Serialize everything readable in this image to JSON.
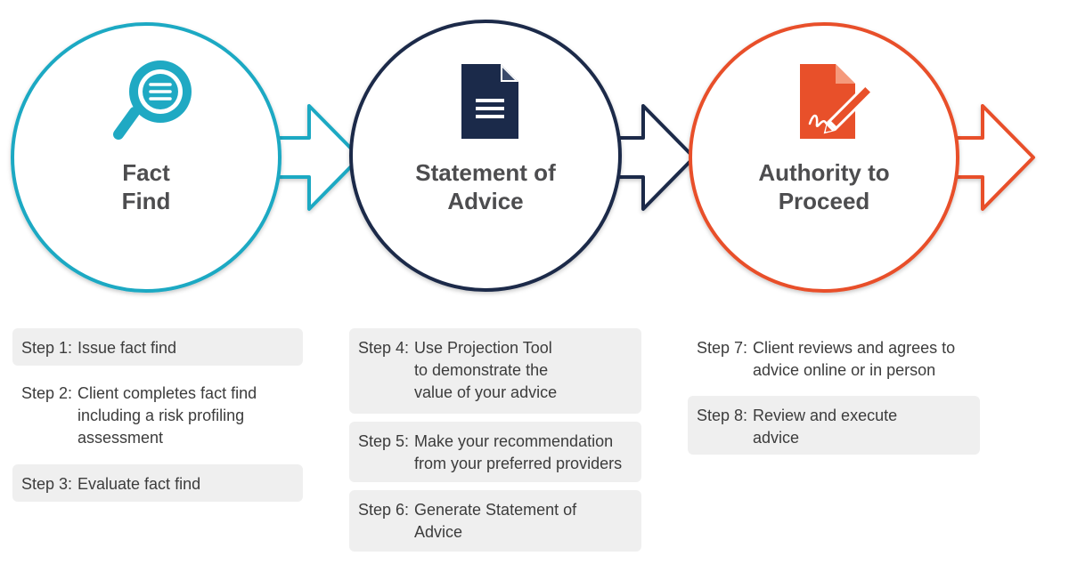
{
  "colors": {
    "teal": "#1fa9c3",
    "navy": "#1b2a4a",
    "orange": "#e8502a",
    "title_text": "#4d4d4f",
    "step_bg": "#efefef"
  },
  "stages": [
    {
      "title": "Fact\nFind",
      "icon": "magnifier-list-icon",
      "color": "#1fa9c3"
    },
    {
      "title": "Statement of\nAdvice",
      "icon": "document-icon",
      "color": "#1b2a4a"
    },
    {
      "title": "Authority to\nProceed",
      "icon": "signed-document-pencil-icon",
      "color": "#e8502a"
    }
  ],
  "steps": [
    {
      "label": "Step 1:",
      "text": "Issue fact find"
    },
    {
      "label": "Step 2:",
      "text": "Client completes fact find\nincluding a risk profiling\nassessment"
    },
    {
      "label": "Step 3:",
      "text": "Evaluate fact find"
    },
    {
      "label": "Step 4:",
      "text": "Use Projection Tool\nto demonstrate the\nvalue of your advice"
    },
    {
      "label": "Step 5:",
      "text": "Make your recommendation\nfrom your preferred providers"
    },
    {
      "label": "Step 6:",
      "text": "Generate Statement of\nAdvice"
    },
    {
      "label": "Step 7:",
      "text": "Client reviews and agrees to\nadvice online or in person"
    },
    {
      "label": "Step 8:",
      "text": "Review and execute\nadvice"
    }
  ]
}
